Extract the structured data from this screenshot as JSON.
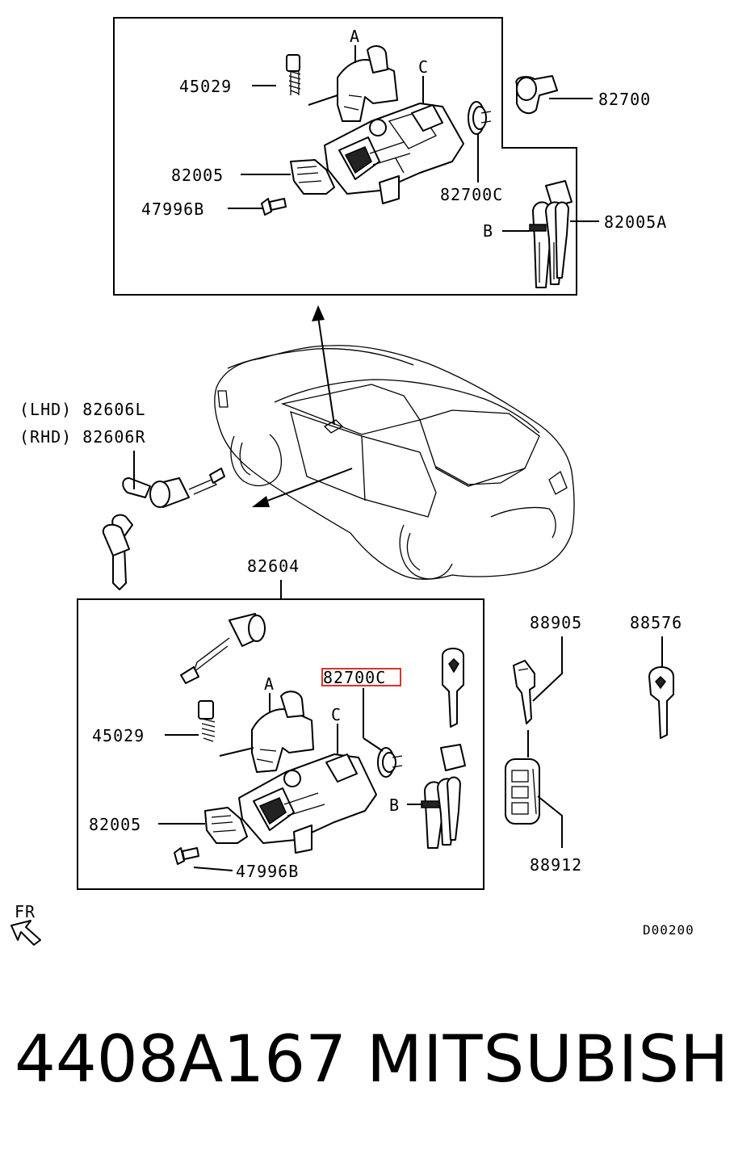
{
  "title_bar": {
    "part_number": "4408A167",
    "brand": "MITSUBISHI"
  },
  "diagram_code": "D00200",
  "direction_label": "FR",
  "upper_box": {
    "labels": {
      "a": "A",
      "c": "C",
      "b": "B",
      "p45029": "45029",
      "p82005": "82005",
      "p47996b": "47996B",
      "p82700c": "82700C",
      "p82005a": "82005A"
    }
  },
  "outside_labels": {
    "p82700": "82700",
    "lhd": "(LHD) 82606L",
    "rhd": "(RHD) 82606R",
    "p82604": "82604",
    "p88905": "88905",
    "p88576": "88576",
    "p88912": "88912"
  },
  "lower_box": {
    "labels": {
      "a": "A",
      "c": "C",
      "b": "B",
      "p45029": "45029",
      "p82005": "82005",
      "p47996b": "47996B",
      "p82700c_highlighted": "82700C"
    }
  },
  "highlight_color": "#d9342b"
}
